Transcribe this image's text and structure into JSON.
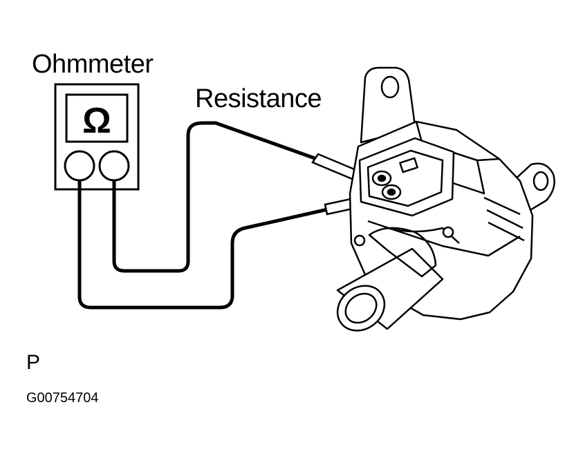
{
  "labels": {
    "ohmmeter": "Ohmmeter",
    "resistance": "Resistance",
    "meter_symbol": "Ω",
    "view_mark": "P",
    "figure_id": "G00754704"
  },
  "colors": {
    "ink": "#000000",
    "paper": "#ffffff"
  },
  "icons": [
    "ohmmeter-icon",
    "test-probe-icon",
    "solenoid-valve-icon"
  ]
}
